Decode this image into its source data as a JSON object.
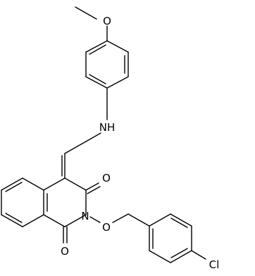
{
  "molecule": {
    "labels": {
      "methoxy_o": "O",
      "nh": "NH",
      "ketone_o_top": "O",
      "ring_n": "N",
      "ether_o": "O",
      "ketone_o_bottom": "O",
      "chloro": "Cl"
    }
  }
}
